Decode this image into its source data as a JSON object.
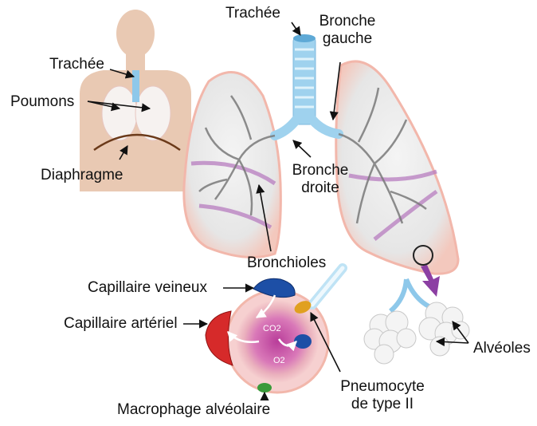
{
  "labels": {
    "trachee_small": "Trachée",
    "poumons": "Poumons",
    "diaphragme": "Diaphragme",
    "trachee_main": "Trachée",
    "bronche_gauche_l1": "Bronche",
    "bronche_gauche_l2": "gauche",
    "bronche_droite_l1": "Bronche",
    "bronche_droite_l2": "droite",
    "bronchioles": "Bronchioles",
    "capillaire_veineux": "Capillaire veineux",
    "capillaire_arteriel": "Capillaire artériel",
    "alveoles": "Alvéoles",
    "pneumocyte_l1": "Pneumocyte",
    "pneumocyte_l2": "de type II",
    "macrophage": "Macrophage alvéolaire",
    "co2": "CO2",
    "o2": "O2"
  },
  "colors": {
    "body": "#e9c9b3",
    "lung_fill": "#ececec",
    "lung_edge": "#f2c4b8",
    "trachea": "#9fd2ee",
    "fissure": "#b77cbf",
    "bronchi_tree": "#7a7a7a",
    "vein": "#1d4fa6",
    "artery": "#d62a2a",
    "alveolus_ring": "#e7a0a8",
    "alveolus_core": "#cf5fa7",
    "arrow_purple": "#8c3fa3",
    "macrophage": "#3a9a3a",
    "pneumocyte": "#e0a020"
  }
}
